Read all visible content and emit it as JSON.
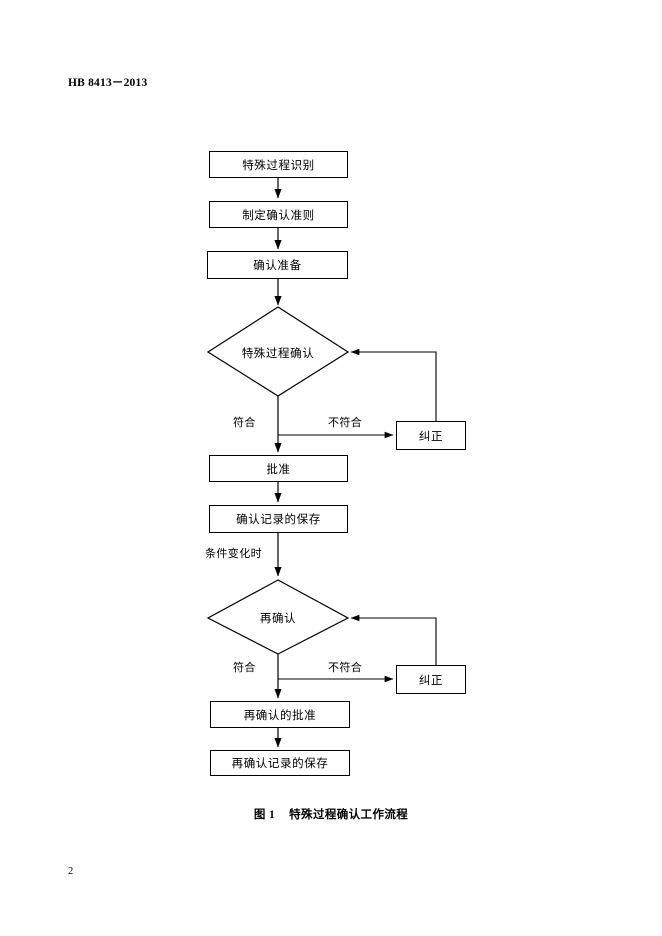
{
  "document": {
    "header_standard": "HB 8413－2013",
    "page_number": "2",
    "figure_caption_number": "图 1",
    "figure_caption_title": "特殊过程确认工作流程"
  },
  "flowchart": {
    "nodes": [
      {
        "id": "identify",
        "shape": "box",
        "label": "特殊过程识别"
      },
      {
        "id": "criteria",
        "shape": "box",
        "label": "制定确认准则"
      },
      {
        "id": "prepare",
        "shape": "box",
        "label": "确认准备"
      },
      {
        "id": "validate",
        "shape": "diamond",
        "label": "特殊过程确认"
      },
      {
        "id": "correct1",
        "shape": "box",
        "label": "纠正"
      },
      {
        "id": "approve",
        "shape": "box",
        "label": "批准"
      },
      {
        "id": "records",
        "shape": "box",
        "label": "确认记录的保存"
      },
      {
        "id": "revalidate",
        "shape": "diamond",
        "label": "再确认"
      },
      {
        "id": "correct2",
        "shape": "box",
        "label": "纠正"
      },
      {
        "id": "approve2",
        "shape": "box",
        "label": "再确认的批准"
      },
      {
        "id": "records2",
        "shape": "box",
        "label": "再确认记录的保存"
      }
    ],
    "edge_labels": {
      "conform_1": "符合",
      "nonconform_1": "不符合",
      "condition_change": "条件变化时",
      "conform_2": "符合",
      "nonconform_2": "不符合"
    }
  }
}
